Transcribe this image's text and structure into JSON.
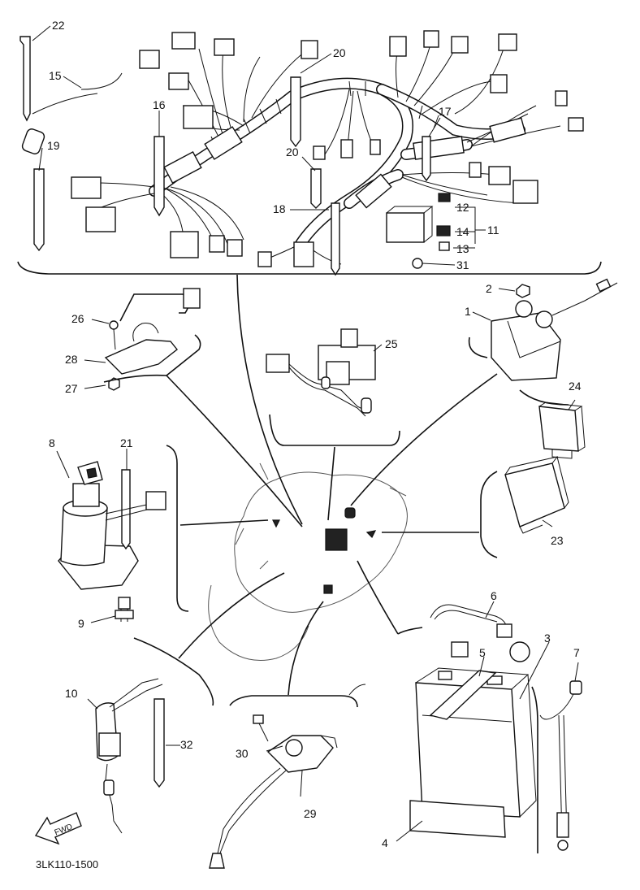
{
  "diagram": {
    "code": "3LK110-1500",
    "fwd_label": "FWD",
    "callouts": [
      {
        "id": "c1",
        "text": "1"
      },
      {
        "id": "c2",
        "text": "2"
      },
      {
        "id": "c3",
        "text": "3"
      },
      {
        "id": "c4",
        "text": "4"
      },
      {
        "id": "c5",
        "text": "5"
      },
      {
        "id": "c6",
        "text": "6"
      },
      {
        "id": "c7",
        "text": "7"
      },
      {
        "id": "c8",
        "text": "8"
      },
      {
        "id": "c9",
        "text": "9"
      },
      {
        "id": "c10",
        "text": "10"
      },
      {
        "id": "c11",
        "text": "11"
      },
      {
        "id": "c12",
        "text": "12"
      },
      {
        "id": "c13",
        "text": "13"
      },
      {
        "id": "c14",
        "text": "14"
      },
      {
        "id": "c15",
        "text": "15"
      },
      {
        "id": "c16",
        "text": "16"
      },
      {
        "id": "c17",
        "text": "17"
      },
      {
        "id": "c18",
        "text": "18"
      },
      {
        "id": "c19",
        "text": "19"
      },
      {
        "id": "c20a",
        "text": "20"
      },
      {
        "id": "c20b",
        "text": "20"
      },
      {
        "id": "c21",
        "text": "21"
      },
      {
        "id": "c22",
        "text": "22"
      },
      {
        "id": "c23",
        "text": "23"
      },
      {
        "id": "c24",
        "text": "24"
      },
      {
        "id": "c25",
        "text": "25"
      },
      {
        "id": "c26",
        "text": "26"
      },
      {
        "id": "c27",
        "text": "27"
      },
      {
        "id": "c28",
        "text": "28"
      },
      {
        "id": "c29",
        "text": "29"
      },
      {
        "id": "c30",
        "text": "30"
      },
      {
        "id": "c31",
        "text": "31"
      },
      {
        "id": "c32",
        "text": "32"
      }
    ]
  }
}
